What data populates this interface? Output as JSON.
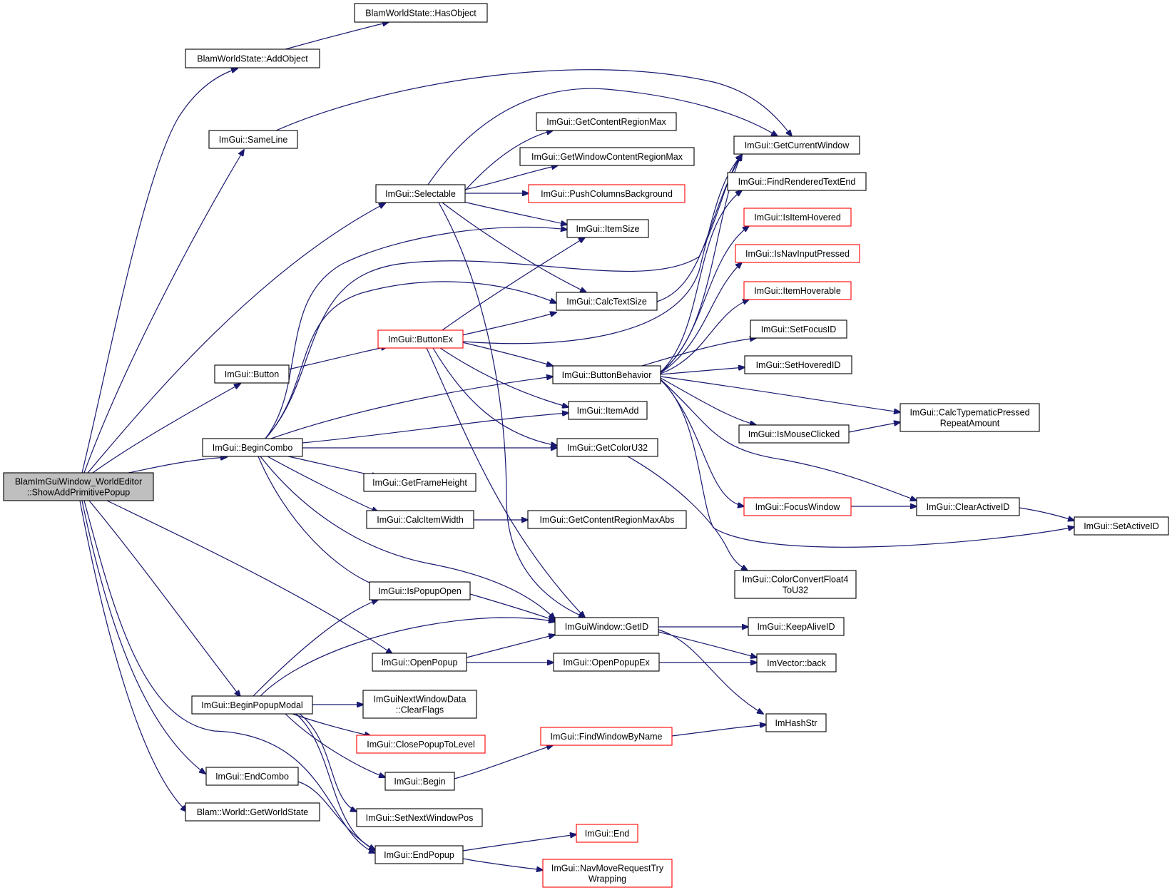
{
  "nodes": [
    {
      "id": "root",
      "lines": [
        "BlamImGuiWindow_WorldEditor",
        "::ShowAddPrimitivePopup"
      ],
      "style": "root"
    },
    {
      "id": "HasObject",
      "lines": [
        "BlamWorldState::HasObject"
      ],
      "style": "black"
    },
    {
      "id": "AddObject",
      "lines": [
        "BlamWorldState::AddObject"
      ],
      "style": "black"
    },
    {
      "id": "SameLine",
      "lines": [
        "ImGui::SameLine"
      ],
      "style": "black"
    },
    {
      "id": "Selectable",
      "lines": [
        "ImGui::Selectable"
      ],
      "style": "black"
    },
    {
      "id": "GetContentRegionMax",
      "lines": [
        "ImGui::GetContentRegionMax"
      ],
      "style": "black"
    },
    {
      "id": "GetWindowContentRegionMax",
      "lines": [
        "ImGui::GetWindowContentRegionMax"
      ],
      "style": "black"
    },
    {
      "id": "PushColumnsBackground",
      "lines": [
        "ImGui::PushColumnsBackground"
      ],
      "style": "red"
    },
    {
      "id": "GetCurrentWindow",
      "lines": [
        "ImGui::GetCurrentWindow"
      ],
      "style": "black"
    },
    {
      "id": "FindRenderedTextEnd",
      "lines": [
        "ImGui::FindRenderedTextEnd"
      ],
      "style": "black"
    },
    {
      "id": "ItemSize",
      "lines": [
        "ImGui::ItemSize"
      ],
      "style": "black"
    },
    {
      "id": "IsItemHovered",
      "lines": [
        "ImGui::IsItemHovered"
      ],
      "style": "red"
    },
    {
      "id": "IsNavInputPressed",
      "lines": [
        "ImGui::IsNavInputPressed"
      ],
      "style": "red"
    },
    {
      "id": "ItemHoverable",
      "lines": [
        "ImGui::ItemHoverable"
      ],
      "style": "red"
    },
    {
      "id": "CalcTextSize",
      "lines": [
        "ImGui::CalcTextSize"
      ],
      "style": "black"
    },
    {
      "id": "SetFocusID",
      "lines": [
        "ImGui::SetFocusID"
      ],
      "style": "black"
    },
    {
      "id": "ButtonEx",
      "lines": [
        "ImGui::ButtonEx"
      ],
      "style": "red"
    },
    {
      "id": "SetHoveredID",
      "lines": [
        "ImGui::SetHoveredID"
      ],
      "style": "black"
    },
    {
      "id": "Button",
      "lines": [
        "ImGui::Button"
      ],
      "style": "black"
    },
    {
      "id": "ButtonBehavior",
      "lines": [
        "ImGui::ButtonBehavior"
      ],
      "style": "black"
    },
    {
      "id": "ItemAdd",
      "lines": [
        "ImGui::ItemAdd"
      ],
      "style": "black"
    },
    {
      "id": "CalcTypematic",
      "lines": [
        "ImGui::CalcTypematicPressed",
        "RepeatAmount"
      ],
      "style": "black"
    },
    {
      "id": "IsMouseClicked",
      "lines": [
        "ImGui::IsMouseClicked"
      ],
      "style": "black"
    },
    {
      "id": "BeginCombo",
      "lines": [
        "ImGui::BeginCombo"
      ],
      "style": "black"
    },
    {
      "id": "GetColorU32",
      "lines": [
        "ImGui::GetColorU32"
      ],
      "style": "black"
    },
    {
      "id": "GetFrameHeight",
      "lines": [
        "ImGui::GetFrameHeight"
      ],
      "style": "black"
    },
    {
      "id": "FocusWindow",
      "lines": [
        "ImGui::FocusWindow"
      ],
      "style": "red"
    },
    {
      "id": "ClearActiveID",
      "lines": [
        "ImGui::ClearActiveID"
      ],
      "style": "black"
    },
    {
      "id": "CalcItemWidth",
      "lines": [
        "ImGui::CalcItemWidth"
      ],
      "style": "black"
    },
    {
      "id": "GetContentRegionMaxAbs",
      "lines": [
        "ImGui::GetContentRegionMaxAbs"
      ],
      "style": "black"
    },
    {
      "id": "SetActiveID",
      "lines": [
        "ImGui::SetActiveID"
      ],
      "style": "black"
    },
    {
      "id": "ColorConvert",
      "lines": [
        "ImGui::ColorConvertFloat4",
        "ToU32"
      ],
      "style": "black"
    },
    {
      "id": "IsPopupOpen",
      "lines": [
        "ImGui::IsPopupOpen"
      ],
      "style": "black"
    },
    {
      "id": "GetID",
      "lines": [
        "ImGuiWindow::GetID"
      ],
      "style": "black"
    },
    {
      "id": "KeepAliveID",
      "lines": [
        "ImGui::KeepAliveID"
      ],
      "style": "black"
    },
    {
      "id": "OpenPopup",
      "lines": [
        "ImGui::OpenPopup"
      ],
      "style": "black"
    },
    {
      "id": "OpenPopupEx",
      "lines": [
        "ImGui::OpenPopupEx"
      ],
      "style": "black"
    },
    {
      "id": "back",
      "lines": [
        "ImVector::back"
      ],
      "style": "black"
    },
    {
      "id": "BeginPopupModal",
      "lines": [
        "ImGui::BeginPopupModal"
      ],
      "style": "black"
    },
    {
      "id": "ClearFlags",
      "lines": [
        "ImGuiNextWindowData",
        "::ClearFlags"
      ],
      "style": "black"
    },
    {
      "id": "ImHashStr",
      "lines": [
        "ImHashStr"
      ],
      "style": "black"
    },
    {
      "id": "ClosePopupToLevel",
      "lines": [
        "ImGui::ClosePopupToLevel"
      ],
      "style": "red"
    },
    {
      "id": "FindWindowByName",
      "lines": [
        "ImGui::FindWindowByName"
      ],
      "style": "red"
    },
    {
      "id": "EndCombo",
      "lines": [
        "ImGui::EndCombo"
      ],
      "style": "black"
    },
    {
      "id": "Begin",
      "lines": [
        "ImGui::Begin"
      ],
      "style": "black"
    },
    {
      "id": "GetWorldState",
      "lines": [
        "Blam::World::GetWorldState"
      ],
      "style": "black"
    },
    {
      "id": "SetNextWindowPos",
      "lines": [
        "ImGui::SetNextWindowPos"
      ],
      "style": "black"
    },
    {
      "id": "End",
      "lines": [
        "ImGui::End"
      ],
      "style": "red"
    },
    {
      "id": "EndPopup",
      "lines": [
        "ImGui::EndPopup"
      ],
      "style": "black"
    },
    {
      "id": "NavMoveRequestTry",
      "lines": [
        "ImGui::NavMoveRequestTry",
        "Wrapping"
      ],
      "style": "red"
    }
  ],
  "edges": [
    [
      "root",
      "AddObject"
    ],
    [
      "root",
      "SameLine"
    ],
    [
      "root",
      "Selectable"
    ],
    [
      "root",
      "Button"
    ],
    [
      "root",
      "BeginCombo"
    ],
    [
      "root",
      "OpenPopup"
    ],
    [
      "root",
      "BeginPopupModal"
    ],
    [
      "root",
      "EndCombo"
    ],
    [
      "root",
      "GetWorldState"
    ],
    [
      "root",
      "EndPopup"
    ],
    [
      "AddObject",
      "HasObject"
    ],
    [
      "SameLine",
      "GetCurrentWindow"
    ],
    [
      "Selectable",
      "GetContentRegionMax"
    ],
    [
      "Selectable",
      "GetWindowContentRegionMax"
    ],
    [
      "Selectable",
      "PushColumnsBackground"
    ],
    [
      "Selectable",
      "ItemSize"
    ],
    [
      "Selectable",
      "CalcTextSize"
    ],
    [
      "Selectable",
      "GetCurrentWindow"
    ],
    [
      "Selectable",
      "GetID"
    ],
    [
      "Button",
      "ButtonEx"
    ],
    [
      "ButtonEx",
      "ItemSize"
    ],
    [
      "ButtonEx",
      "CalcTextSize"
    ],
    [
      "ButtonEx",
      "ButtonBehavior"
    ],
    [
      "ButtonEx",
      "ItemAdd"
    ],
    [
      "ButtonEx",
      "GetColorU32"
    ],
    [
      "ButtonEx",
      "GetID"
    ],
    [
      "ButtonEx",
      "GetCurrentWindow"
    ],
    [
      "ButtonBehavior",
      "GetCurrentWindow"
    ],
    [
      "ButtonBehavior",
      "FindRenderedTextEnd"
    ],
    [
      "ButtonBehavior",
      "IsItemHovered"
    ],
    [
      "ButtonBehavior",
      "IsNavInputPressed"
    ],
    [
      "ButtonBehavior",
      "ItemHoverable"
    ],
    [
      "ButtonBehavior",
      "SetFocusID"
    ],
    [
      "ButtonBehavior",
      "SetHoveredID"
    ],
    [
      "ButtonBehavior",
      "CalcTypematic"
    ],
    [
      "ButtonBehavior",
      "IsMouseClicked"
    ],
    [
      "ButtonBehavior",
      "ClearActiveID"
    ],
    [
      "ButtonBehavior",
      "FocusWindow"
    ],
    [
      "ButtonBehavior",
      "SetActiveID"
    ],
    [
      "CalcTextSize",
      "GetCurrentWindow"
    ],
    [
      "IsMouseClicked",
      "CalcTypematic"
    ],
    [
      "FocusWindow",
      "ClearActiveID"
    ],
    [
      "ClearActiveID",
      "SetActiveID"
    ],
    [
      "BeginCombo",
      "ItemSize"
    ],
    [
      "BeginCombo",
      "CalcTextSize"
    ],
    [
      "BeginCombo",
      "ButtonBehavior"
    ],
    [
      "BeginCombo",
      "ItemAdd"
    ],
    [
      "BeginCombo",
      "GetColorU32"
    ],
    [
      "BeginCombo",
      "GetFrameHeight"
    ],
    [
      "BeginCombo",
      "CalcItemWidth"
    ],
    [
      "BeginCombo",
      "IsPopupOpen"
    ],
    [
      "BeginCombo",
      "GetID"
    ],
    [
      "BeginCombo",
      "GetCurrentWindow"
    ],
    [
      "CalcItemWidth",
      "GetContentRegionMaxAbs"
    ],
    [
      "GetColorU32",
      "ColorConvert"
    ],
    [
      "IsPopupOpen",
      "GetID"
    ],
    [
      "GetID",
      "KeepAliveID"
    ],
    [
      "GetID",
      "back"
    ],
    [
      "GetID",
      "ImHashStr"
    ],
    [
      "OpenPopup",
      "GetID"
    ],
    [
      "OpenPopup",
      "OpenPopupEx"
    ],
    [
      "OpenPopupEx",
      "back"
    ],
    [
      "BeginPopupModal",
      "IsPopupOpen"
    ],
    [
      "BeginPopupModal",
      "GetID"
    ],
    [
      "BeginPopupModal",
      "ClearFlags"
    ],
    [
      "BeginPopupModal",
      "ClosePopupToLevel"
    ],
    [
      "BeginPopupModal",
      "Begin"
    ],
    [
      "BeginPopupModal",
      "SetNextWindowPos"
    ],
    [
      "BeginPopupModal",
      "EndPopup"
    ],
    [
      "Begin",
      "FindWindowByName"
    ],
    [
      "FindWindowByName",
      "ImHashStr"
    ],
    [
      "EndCombo",
      "EndPopup"
    ],
    [
      "EndPopup",
      "End"
    ],
    [
      "EndPopup",
      "NavMoveRequestTry"
    ]
  ]
}
